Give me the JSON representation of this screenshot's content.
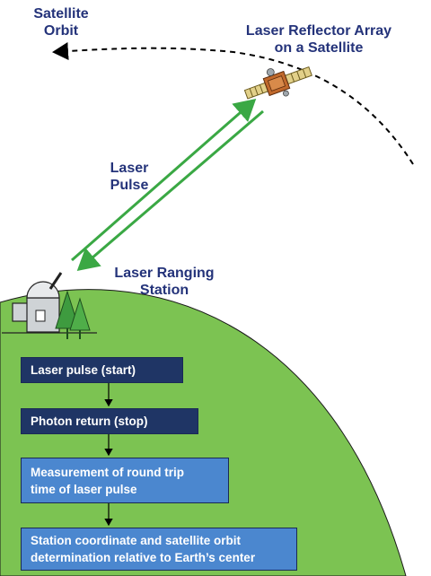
{
  "labels": {
    "satellite_orbit": "Satellite\nOrbit",
    "reflector": "Laser Reflector Array\non a Satellite",
    "laser_pulse": "Laser\nPulse",
    "station": "Laser Ranging\nStation"
  },
  "steps": [
    {
      "text": "Laser pulse (start)"
    },
    {
      "text": "Photon return (stop)"
    },
    {
      "text": "Measurement of round trip\ntime of laser pulse"
    },
    {
      "text": "Station coordinate and satellite orbit\ndetermination relative to Earth’s center"
    }
  ],
  "colors": {
    "label_text": "#24337a",
    "earth": "#7cc352",
    "beam": "#3aa844",
    "box_dark": "#1f3565",
    "box_light": "#4b87cf"
  }
}
